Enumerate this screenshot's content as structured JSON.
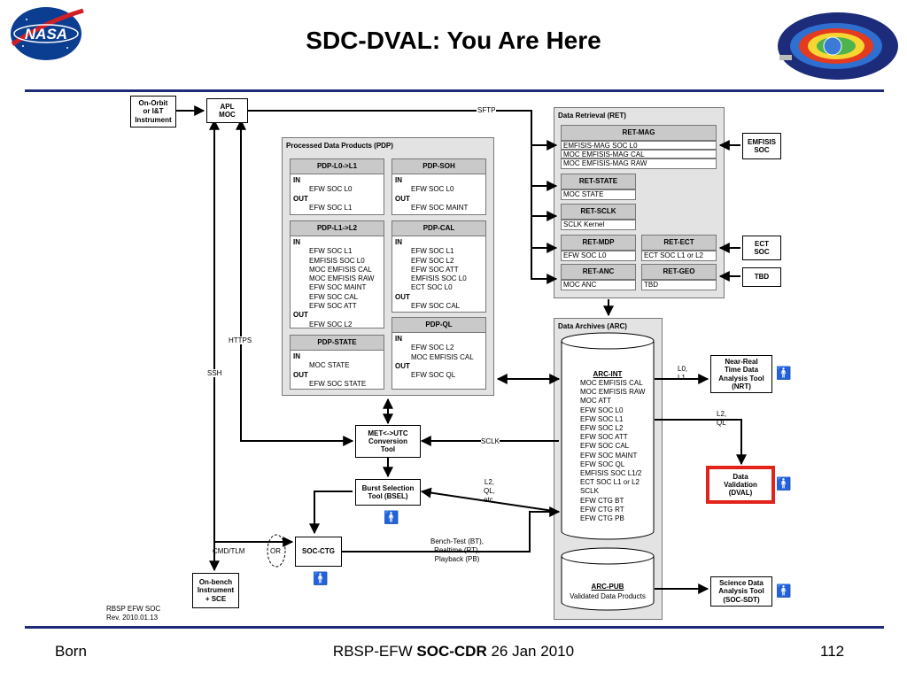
{
  "slide": {
    "title": "SDC-DVAL: You Are Here",
    "footer": {
      "author": "Born",
      "center_prefix": "RBSP-EFW",
      "center_bold": "SOC-CDR",
      "center_suffix": "26 Jan 2010",
      "page": "112"
    }
  },
  "revision": {
    "line1": "RBSP EFW SOC",
    "line2": "Rev. 2010.01.13"
  },
  "nodes": {
    "onorbit": [
      "On-Orbit",
      "or I&T",
      "Instrument"
    ],
    "apl_moc": [
      "APL",
      "MOC"
    ],
    "emfisis_soc": [
      "EMFISIS",
      "SOC"
    ],
    "ect_soc": [
      "ECT",
      "SOC"
    ],
    "tbd": "TBD",
    "met_utc": [
      "MET<->UTC",
      "Conversion",
      "Tool"
    ],
    "bsel": [
      "Burst Selection",
      "Tool (BSEL)"
    ],
    "soc_ctg": "SOC-CTG",
    "or": "OR",
    "onbench": [
      "On-bench",
      "Instrument",
      "+ SCE"
    ],
    "nrt": [
      "Near-Real",
      "Time Data",
      "Analysis Tool",
      "(NRT)"
    ],
    "dval": [
      "Data",
      "Validation",
      "(DVAL)"
    ],
    "sdt": [
      "Science Data",
      "Analysis Tool",
      "(SOC-SDT)"
    ]
  },
  "pdp": {
    "title": "Processed Data Products (PDP)",
    "cards": [
      {
        "name": "PDP-L0->L1",
        "in": [
          "EFW SOC L0"
        ],
        "out": [
          "EFW SOC L1"
        ]
      },
      {
        "name": "PDP-SOH",
        "in": [
          "EFW SOC L0"
        ],
        "out": [
          "EFW SOC MAINT"
        ]
      },
      {
        "name": "PDP-L1->L2",
        "in": [
          "EFW SOC L1",
          "EMFISIS SOC L0",
          "MOC EMFISIS CAL",
          "MOC EMFISIS RAW",
          "EFW SOC MAINT",
          "EFW SOC CAL",
          "EFW SOC ATT"
        ],
        "out": [
          "EFW SOC L2"
        ]
      },
      {
        "name": "PDP-CAL",
        "in": [
          "EFW SOC L1",
          "EFW SOC L2",
          "EFW SOC ATT",
          "EMFISIS SOC L0",
          "ECT SOC L0"
        ],
        "out": [
          "EFW SOC CAL"
        ]
      },
      {
        "name": "PDP-STATE",
        "in": [
          "MOC STATE"
        ],
        "out": [
          "EFW SOC STATE"
        ]
      },
      {
        "name": "PDP-QL",
        "in": [
          "EFW SOC L2",
          "MOC EMFISIS CAL"
        ],
        "out": [
          "EFW SOC QL"
        ]
      }
    ],
    "in_label": "IN",
    "out_label": "OUT"
  },
  "ret": {
    "title": "Data Retrieval (RET)",
    "blocks": [
      {
        "name": "RET-MAG",
        "rows": [
          "EMFISIS-MAG SOC L0",
          "MOC EMFISIS-MAG CAL",
          "MOC EMFISIS-MAG RAW"
        ]
      },
      {
        "name": "RET-STATE",
        "rows": [
          "MOC STATE"
        ]
      },
      {
        "name": "RET-SCLK",
        "rows": [
          "SCLK Kernel"
        ]
      },
      {
        "name": "RET-MDP",
        "rows": [
          "EFW SOC L0"
        ]
      },
      {
        "name": "RET-ECT",
        "rows": [
          "ECT SOC L1 or L2"
        ]
      },
      {
        "name": "RET-ANC",
        "rows": [
          "MOC ANC"
        ]
      },
      {
        "name": "RET-GEO",
        "rows": [
          "TBD"
        ]
      }
    ]
  },
  "arc": {
    "title": "Data Archives (ARC)",
    "int_name": "ARC-INT",
    "int_items": [
      "MOC EMFISIS CAL",
      "MOC EMFISIS RAW",
      "MOC ATT",
      "EFW SOC L0",
      "EFW SOC L1",
      "EFW SOC L2",
      "EFW SOC ATT",
      "EFW SOC CAL",
      "EFW SOC MAINT",
      "EFW SOC QL",
      "EMFISIS SOC L1/2",
      "ECT SOC L1 or L2",
      "SCLK",
      "EFW CTG BT",
      "EFW CTG RT",
      "EFW CTG PB"
    ],
    "pub_name": "ARC-PUB",
    "pub_desc": "Validated Data Products"
  },
  "labels": {
    "sftp": "SFTP",
    "https": "HTTPS",
    "ssh": "SSH",
    "sclk": "SCLK",
    "l2ql": [
      "L2,",
      "QL,",
      "etc."
    ],
    "cmdtlm": "CMD/TLM",
    "bench": [
      "Bench-Test (BT),",
      "Realtime (RT),",
      "Playback (PB)"
    ],
    "l0l1": [
      "L0,",
      "L1"
    ],
    "l2ql2": [
      "L2,",
      "QL"
    ]
  },
  "colors": {
    "rule": "#1f2a7a",
    "highlight": "#e2231a",
    "panel": "#e3e3e3",
    "header": "#c9c9c9"
  }
}
